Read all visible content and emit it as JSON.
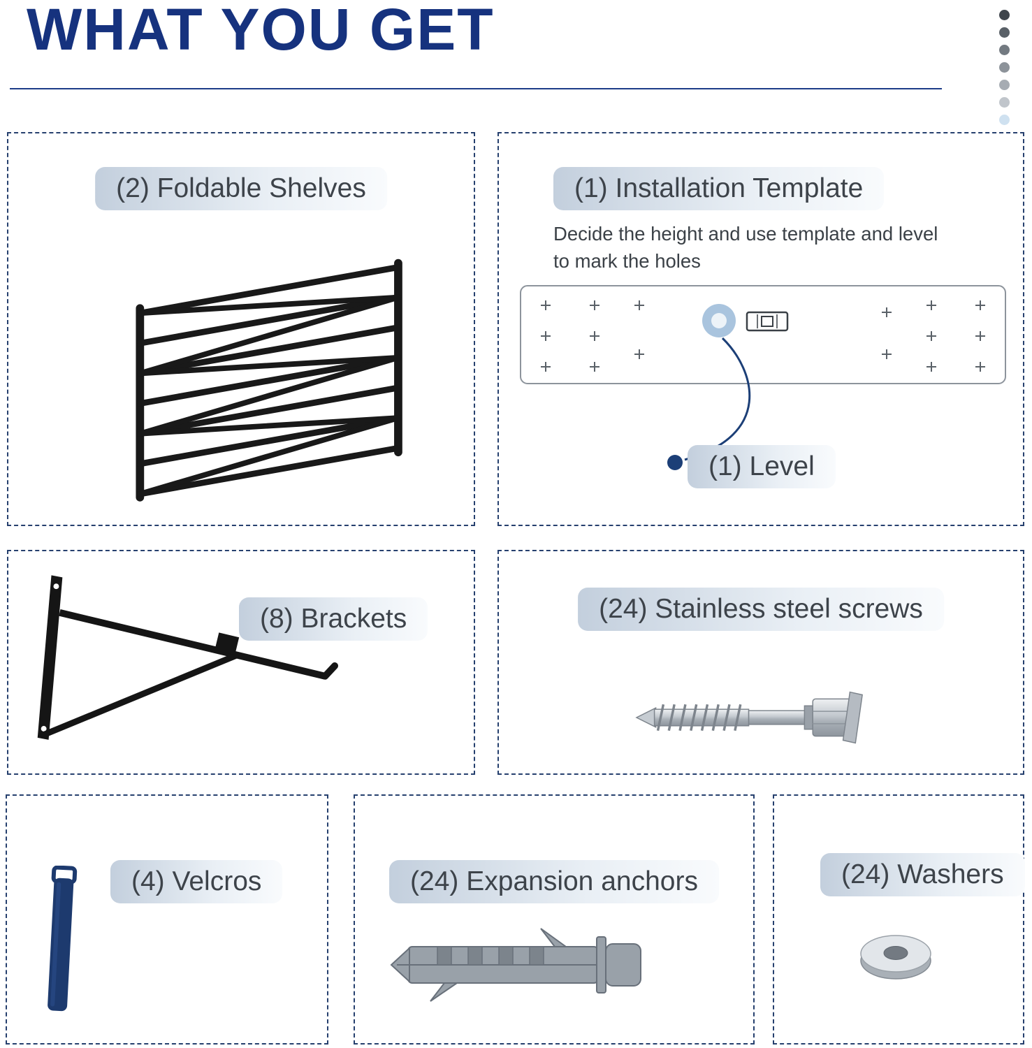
{
  "page": {
    "title": "WHAT YOU GET"
  },
  "decoration": {
    "dots": [
      "#3f454c",
      "#596067",
      "#737a81",
      "#8d939a",
      "#a6acb3",
      "#c0c5cb",
      "#cfe1f0",
      "#3d9ad5"
    ]
  },
  "sections": {
    "foldable_shelves": {
      "label": "(2) Foldable Shelves"
    },
    "installation_template": {
      "label": "(1) Installation Template",
      "description": "Decide the height and use template and level to mark the holes",
      "level_label": "(1) Level"
    },
    "brackets": {
      "label": "(8) Brackets"
    },
    "screws": {
      "label": "(24) Stainless steel screws"
    },
    "velcros": {
      "label": "(4) Velcros"
    },
    "expansion_anchors": {
      "label": "(24) Expansion anchors"
    },
    "washers": {
      "label": "(24) Washers"
    }
  },
  "colors": {
    "title": "#16327e",
    "dashed_border": "#26406e",
    "label_text": "#3d434a",
    "accent_navy": "#1c3f77"
  }
}
